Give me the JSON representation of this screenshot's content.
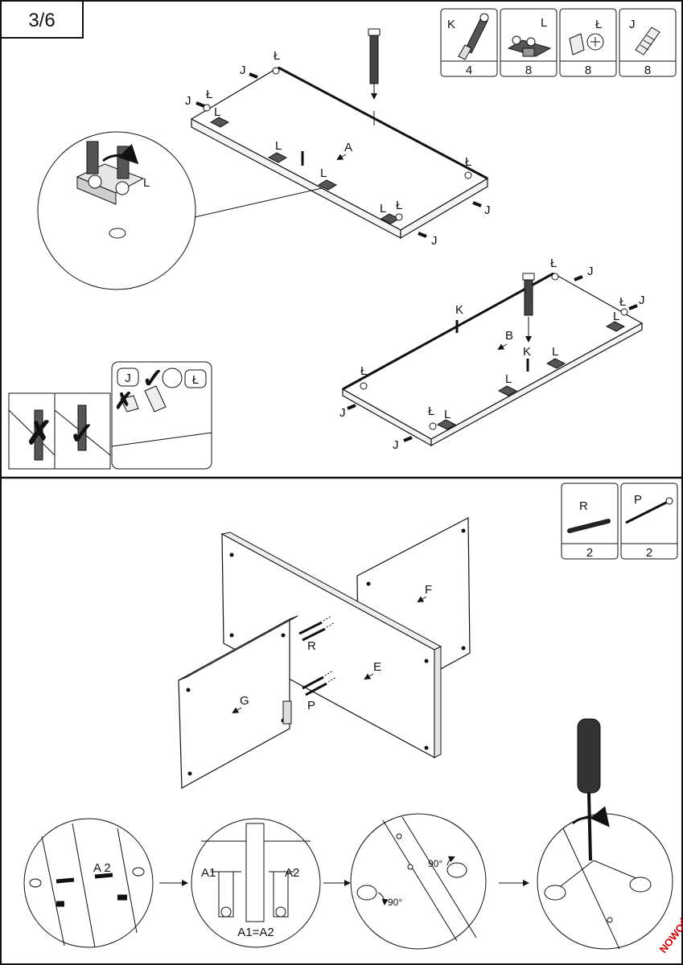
{
  "page": {
    "step": "3/6",
    "badge": "NOWOŚĆ"
  },
  "top_parts": [
    {
      "letter": "K",
      "count": "4",
      "icon": "cam-bolt-icon"
    },
    {
      "letter": "L",
      "count": "8",
      "icon": "shelf-support-icon"
    },
    {
      "letter": "Ł",
      "count": "8",
      "icon": "cam-lock-icon"
    },
    {
      "letter": "J",
      "count": "8",
      "icon": "wooden-dowel-icon"
    }
  ],
  "bottom_parts": [
    {
      "letter": "R",
      "count": "2",
      "icon": "steel-pin-icon"
    },
    {
      "letter": "P",
      "count": "2",
      "icon": "connector-pin-icon"
    }
  ],
  "panels": {
    "a": "A",
    "b": "B",
    "e": "E",
    "f": "F",
    "g": "G"
  },
  "hardware_labels": {
    "j": "J",
    "l": "L",
    "lz": "Ł",
    "k": "K",
    "r": "R",
    "p": "P"
  },
  "detail": {
    "a1": "A1",
    "a2": "A2",
    "a2_compact": "A 2",
    "equal": "A1=A2",
    "angle": "90°"
  }
}
